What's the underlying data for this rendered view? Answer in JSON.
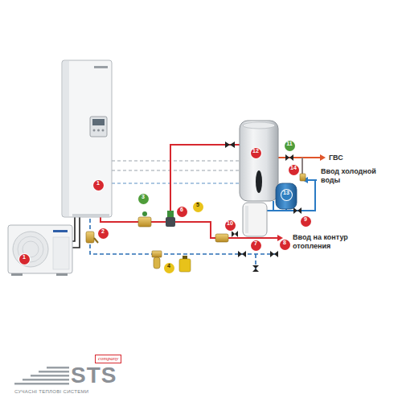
{
  "diagram": {
    "labels": [
      "1",
      "1",
      "2",
      "3",
      "4",
      "5",
      "6",
      "7",
      "8",
      "9",
      "10",
      "11",
      "12",
      "13",
      "14",
      "ГВС",
      "Ввод холодной воды",
      "Ввод на контур отопления",
      "STS",
      "company",
      "СУЧАСНІ ТЕПЛОВІ СИСТЕМИ"
    ]
  }
}
